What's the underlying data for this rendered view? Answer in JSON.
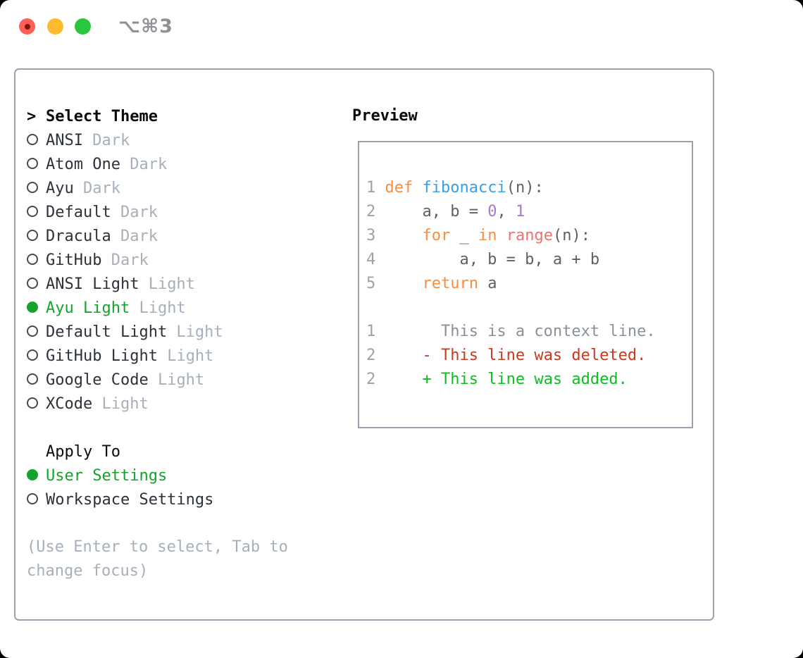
{
  "window": {
    "title": "⌥⌘3",
    "traffic_lights": {
      "red": "#fe5f57",
      "yellow": "#febb2e",
      "green": "#28c73f"
    }
  },
  "theme_panel": {
    "header": {
      "prefix": ">",
      "label": "Select Theme"
    },
    "themes": [
      {
        "name": "ANSI",
        "variant": "Dark",
        "selected": false
      },
      {
        "name": "Atom One",
        "variant": "Dark",
        "selected": false
      },
      {
        "name": "Ayu",
        "variant": "Dark",
        "selected": false
      },
      {
        "name": "Default",
        "variant": "Dark",
        "selected": false
      },
      {
        "name": "Dracula",
        "variant": "Dark",
        "selected": false
      },
      {
        "name": "GitHub",
        "variant": "Dark",
        "selected": false
      },
      {
        "name": "ANSI Light",
        "variant": "Light",
        "selected": false
      },
      {
        "name": "Ayu Light",
        "variant": "Light",
        "selected": true
      },
      {
        "name": "Default Light",
        "variant": "Light",
        "selected": false
      },
      {
        "name": "GitHub Light",
        "variant": "Light",
        "selected": false
      },
      {
        "name": "Google Code",
        "variant": "Light",
        "selected": false
      },
      {
        "name": "XCode",
        "variant": "Light",
        "selected": false
      }
    ],
    "apply_to": {
      "header": "Apply To",
      "options": [
        {
          "label": "User Settings",
          "selected": true
        },
        {
          "label": "Workspace Settings",
          "selected": false
        }
      ]
    },
    "help_text": "(Use Enter to select, Tab to change focus)"
  },
  "preview": {
    "header": "Preview",
    "lines": [
      {
        "num": "1",
        "tokens": [
          {
            "t": "def",
            "c": "kw"
          },
          {
            "t": " ",
            "c": "fg"
          },
          {
            "t": "fibonacci",
            "c": "fn"
          },
          {
            "t": "(n):",
            "c": "fg"
          }
        ]
      },
      {
        "num": "2",
        "tokens": [
          {
            "t": "    a, b = ",
            "c": "fg"
          },
          {
            "t": "0",
            "c": "num"
          },
          {
            "t": ", ",
            "c": "fg"
          },
          {
            "t": "1",
            "c": "num"
          }
        ]
      },
      {
        "num": "3",
        "tokens": [
          {
            "t": "    ",
            "c": "fg"
          },
          {
            "t": "for",
            "c": "kw"
          },
          {
            "t": " _ ",
            "c": "fg"
          },
          {
            "t": "in",
            "c": "kw"
          },
          {
            "t": " ",
            "c": "fg"
          },
          {
            "t": "range",
            "c": "bi"
          },
          {
            "t": "(n):",
            "c": "fg"
          }
        ]
      },
      {
        "num": "4",
        "tokens": [
          {
            "t": "        a, b = b, a + b",
            "c": "fg"
          }
        ]
      },
      {
        "num": "5",
        "tokens": [
          {
            "t": "    ",
            "c": "fg"
          },
          {
            "t": "return",
            "c": "kw"
          },
          {
            "t": " a",
            "c": "fg"
          }
        ]
      },
      {
        "num": "",
        "tokens": []
      },
      {
        "num": "1",
        "tokens": [
          {
            "t": "      This is a context line.",
            "c": "ctx"
          }
        ]
      },
      {
        "num": "2",
        "tokens": [
          {
            "t": "    - This line was deleted.",
            "c": "del"
          }
        ]
      },
      {
        "num": "2",
        "tokens": [
          {
            "t": "    + This line was added.",
            "c": "add"
          }
        ]
      }
    ]
  },
  "colors": {
    "selected_green": "#16a32b",
    "variant_gray": "#a7b0ba",
    "panel_border": "#98a2ad",
    "keyword_orange": "#fa8d3e",
    "function_blue": "#399ee6",
    "builtin_coral": "#f07171",
    "number_purple": "#a37acc",
    "code_fg": "#5c6166",
    "diff_deleted_red": "#c93a20",
    "diff_added_green": "#0cbf21"
  }
}
